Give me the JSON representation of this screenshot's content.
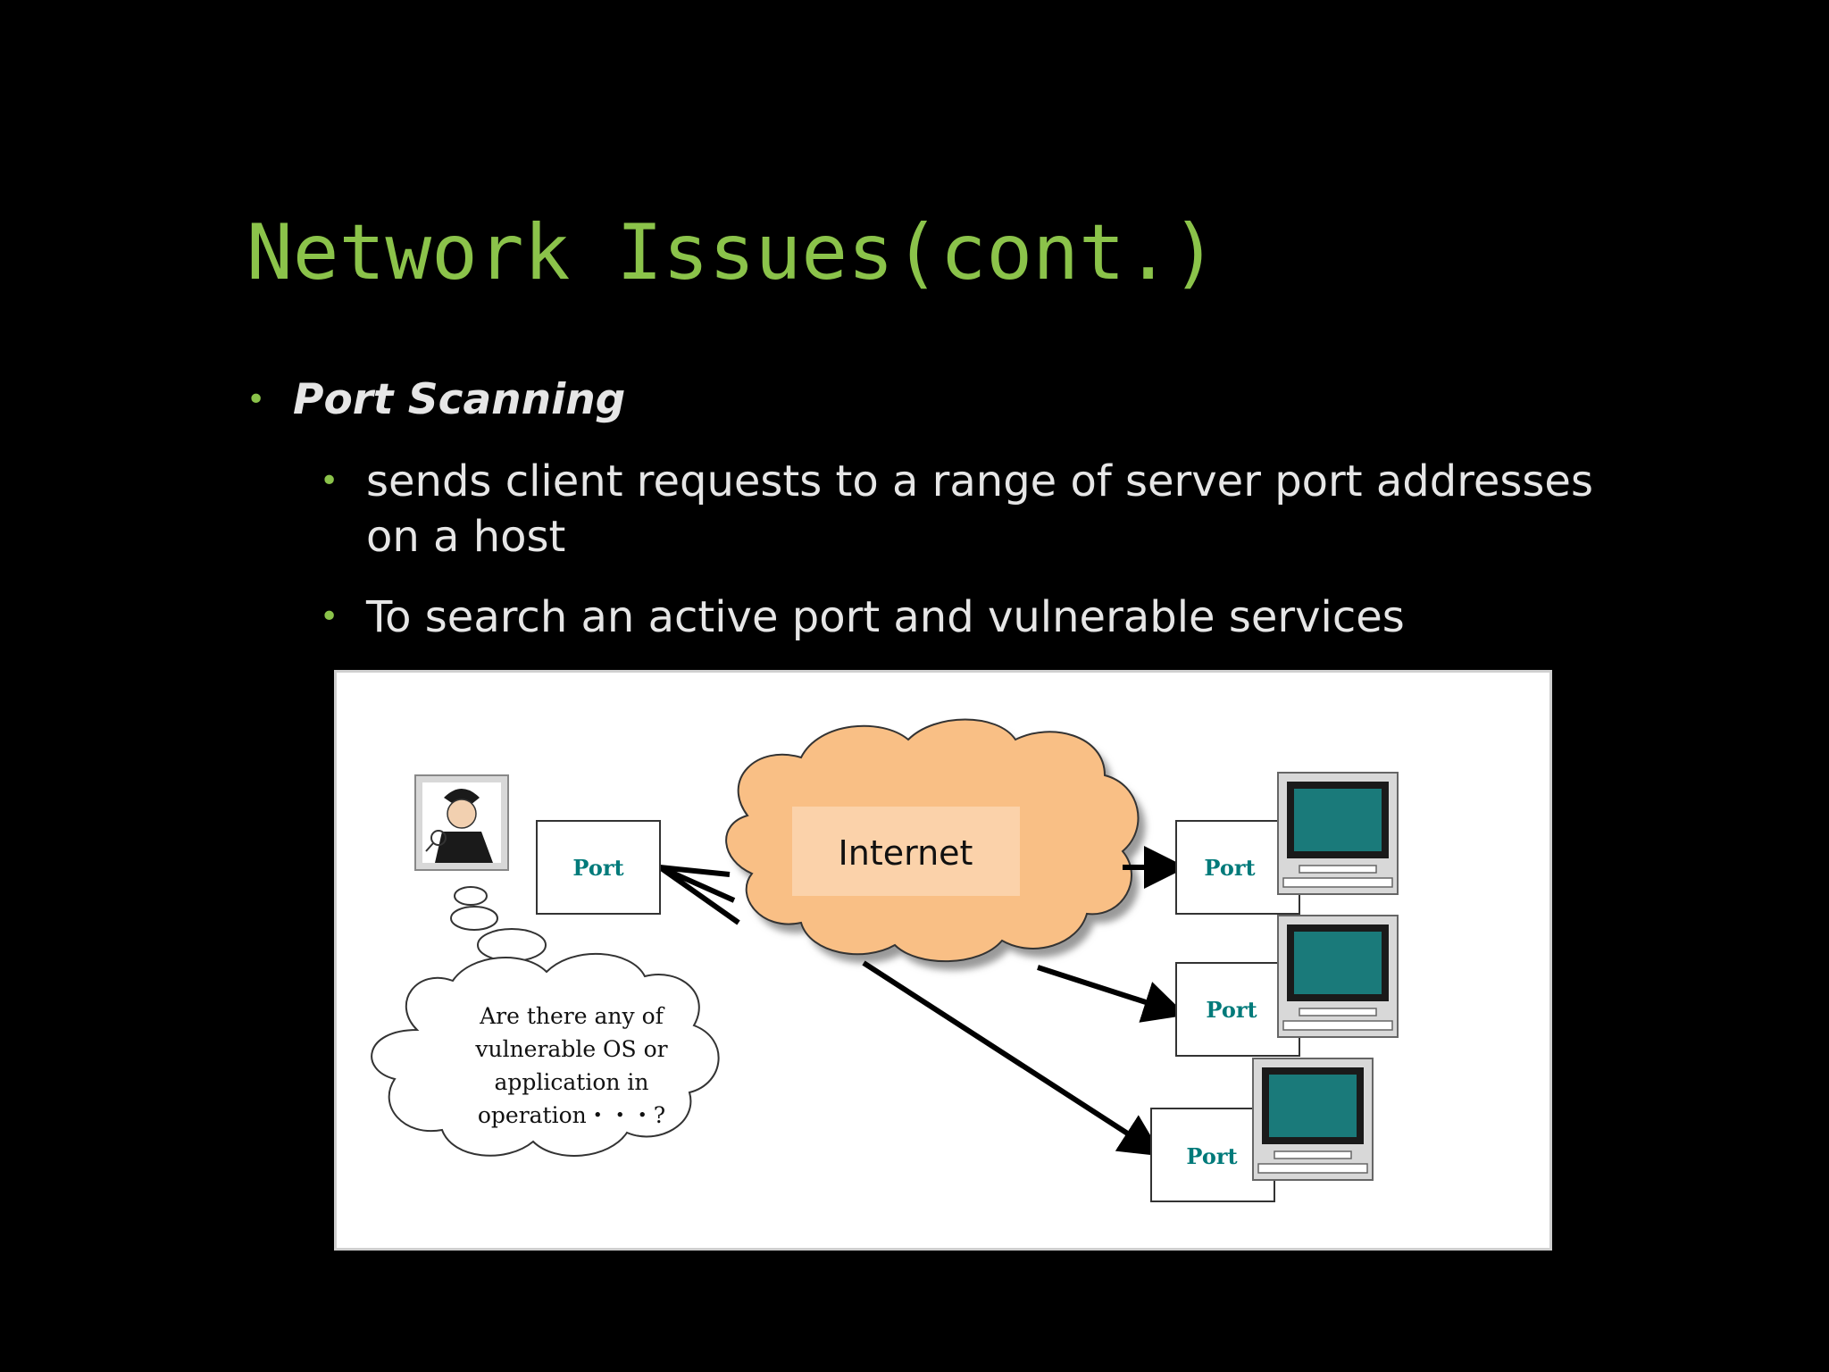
{
  "slide": {
    "title": "Network Issues(cont.)",
    "bullets": [
      {
        "text": "Port Scanning",
        "level": 1,
        "style": "bold-italic"
      },
      {
        "text": "sends client requests to a range of server port addresses on a host",
        "level": 2
      },
      {
        "text": "To search an active port and vulnerable services",
        "level": 2
      }
    ],
    "bullet_glyph": "•",
    "colors": {
      "background": "#000000",
      "accent": "#8bc34a",
      "body_text": "#e6e6e6"
    }
  },
  "diagram": {
    "internet_label": "Internet",
    "attacker_port_label": "Port",
    "target_ports": [
      "Port",
      "Port",
      "Port"
    ],
    "thought_lines": [
      "Are there any of",
      "vulnerable OS or",
      "application in",
      "operation・・・?"
    ],
    "icons": [
      "attacker-icon",
      "computer-icon",
      "computer-icon",
      "computer-icon"
    ],
    "colors": {
      "cloud_fill": "#f9bf85",
      "cloud_stroke": "#333333",
      "screen": "#1a7a7a",
      "port_text": "#007a7a"
    }
  }
}
